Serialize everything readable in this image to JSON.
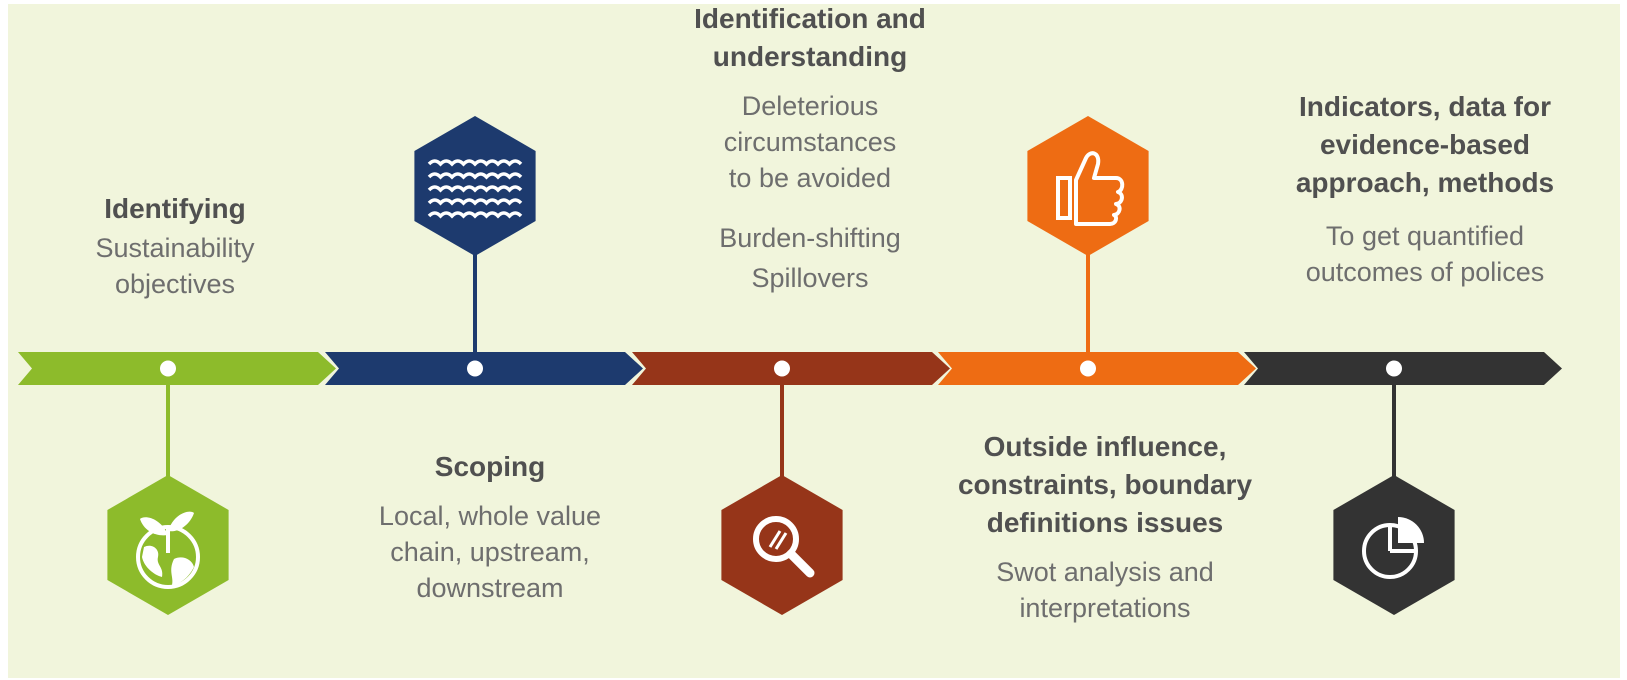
{
  "colors": {
    "background": "#f1f5dc",
    "stage1": "#8dbb2b",
    "stage2": "#1d3a6e",
    "stage3": "#963519",
    "stage4": "#ee6c13",
    "stage5": "#333333",
    "title_text": "#505050",
    "body_text": "#6e6e6e"
  },
  "stages": [
    {
      "title": [
        "Identifying"
      ],
      "body": [
        "Sustainability",
        "objectives"
      ],
      "icon": "earth-with-plant-icon"
    },
    {
      "title": [
        "Scoping"
      ],
      "body": [
        "Local, whole value",
        "chain, upstream,",
        "downstream"
      ],
      "icon": "water-waves-icon"
    },
    {
      "title": [
        "Identification and",
        "understanding"
      ],
      "body": [
        "Deleterious",
        "circumstances",
        "to be avoided",
        "",
        "Burden-shifting",
        "",
        "Spillovers"
      ],
      "icon": "magnifying-glass-icon"
    },
    {
      "title": [
        "Outside influence,",
        "constraints, boundary",
        "definitions issues"
      ],
      "body": [
        "Swot analysis and",
        "interpretations"
      ],
      "icon": "thumbs-up-icon"
    },
    {
      "title": [
        "Indicators, data for",
        "evidence-based",
        "approach, methods"
      ],
      "body": [
        "To get quantified",
        "outcomes of polices"
      ],
      "icon": "pie-chart-icon"
    }
  ]
}
